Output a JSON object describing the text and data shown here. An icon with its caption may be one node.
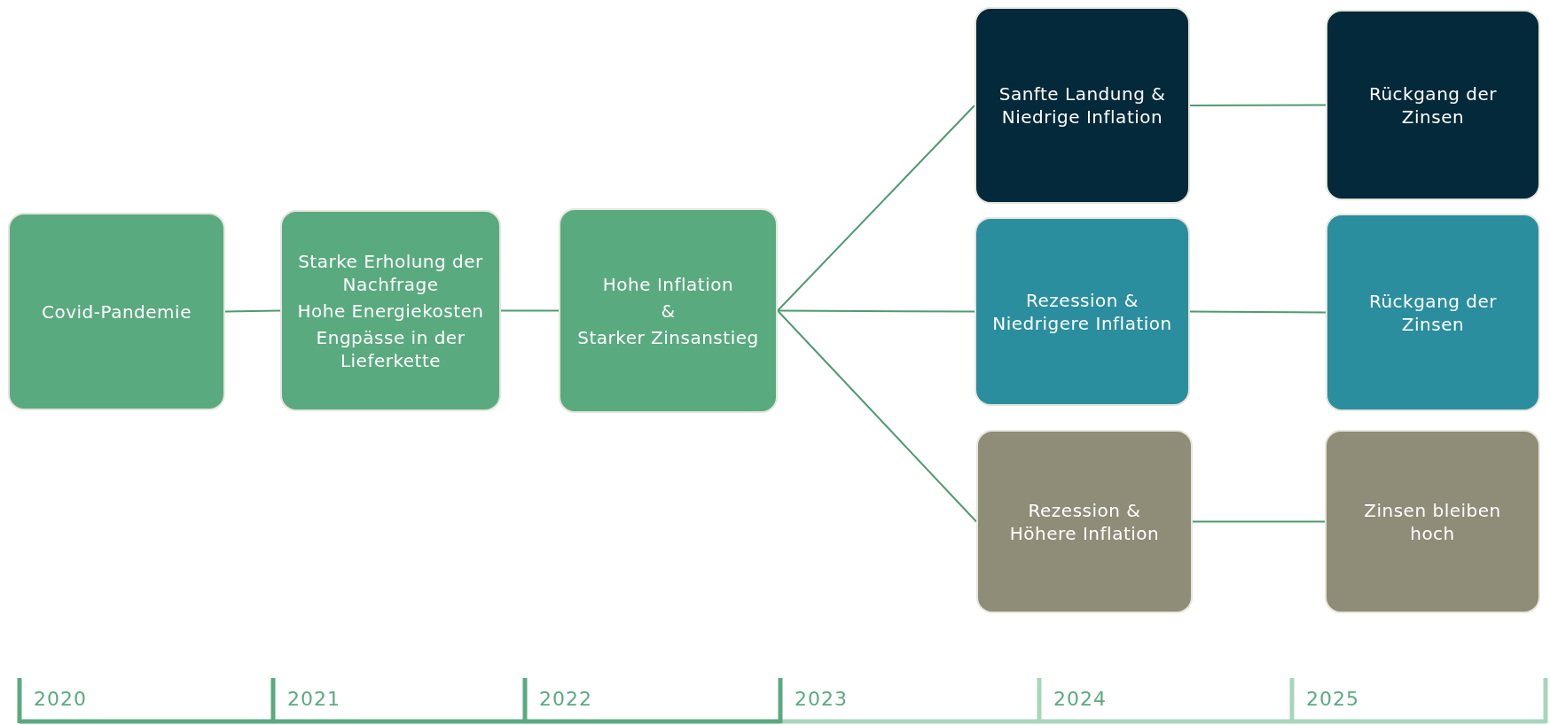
{
  "diagram": {
    "nodes": [
      {
        "text": [
          "Covid-Pandemie"
        ]
      },
      {
        "text": [
          "Starke Erholung der Nachfrage",
          "Hohe Energiekosten",
          "Engpässe in der Lieferkette"
        ]
      },
      {
        "text": [
          "Hohe Inflation",
          "&",
          "Starker Zinsanstieg"
        ]
      },
      {
        "text": [
          "Sanfte Landung & Niedrige Inflation"
        ]
      },
      {
        "text": [
          "Rückgang der Zinsen"
        ]
      },
      {
        "text": [
          "Rezession & Niedrigere Inflation"
        ]
      },
      {
        "text": [
          "Rückgang der Zinsen"
        ]
      },
      {
        "text": [
          "Rezession & Höhere Inflation"
        ]
      },
      {
        "text": [
          "Zinsen bleiben hoch"
        ]
      }
    ],
    "edges": [
      {
        "from": 0,
        "to": 1,
        "arrow": "none"
      },
      {
        "from": 1,
        "to": 2,
        "arrow": "none"
      },
      {
        "from": 2,
        "to": 3,
        "arrow": "none"
      },
      {
        "from": 2,
        "to": 5,
        "arrow": "none"
      },
      {
        "from": 2,
        "to": 7,
        "arrow": "none"
      },
      {
        "from": 3,
        "to": 4,
        "arrow": "none"
      },
      {
        "from": 5,
        "to": 6,
        "arrow": "none"
      },
      {
        "from": 7,
        "to": 8,
        "arrow": "none"
      }
    ],
    "labels": [
      "2020",
      "2021",
      "2022",
      "2023",
      "2024",
      "2025"
    ]
  }
}
